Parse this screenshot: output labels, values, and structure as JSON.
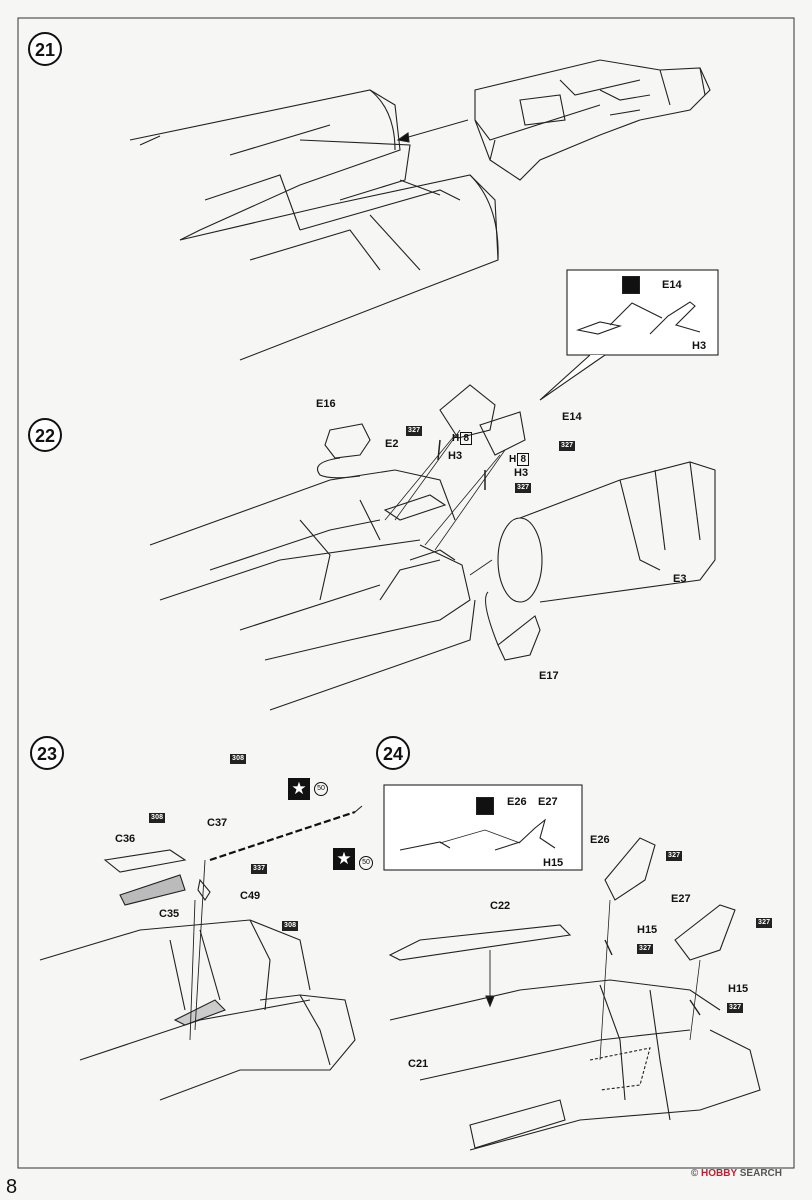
{
  "page": {
    "number": "8"
  },
  "watermark": {
    "prefix": "©",
    "brand": "HOBBY",
    "suffix": "SEARCH"
  },
  "steps": {
    "s21": "21",
    "s22": "22",
    "s23": "23",
    "s24": "24"
  },
  "paint": {
    "p327": "327",
    "p308": "308",
    "p337": "337"
  },
  "decal_no": "50",
  "parts": {
    "E14": "E14",
    "H3": "H3",
    "E16": "E16",
    "E2": "E2",
    "H8": "H",
    "H8box": "8",
    "E3": "E3",
    "E17": "E17",
    "C36": "C36",
    "C37": "C37",
    "C49": "C49",
    "C35": "C35",
    "E26": "E26",
    "E27": "E27",
    "H15": "H15",
    "C22": "C22",
    "C21": "C21"
  }
}
